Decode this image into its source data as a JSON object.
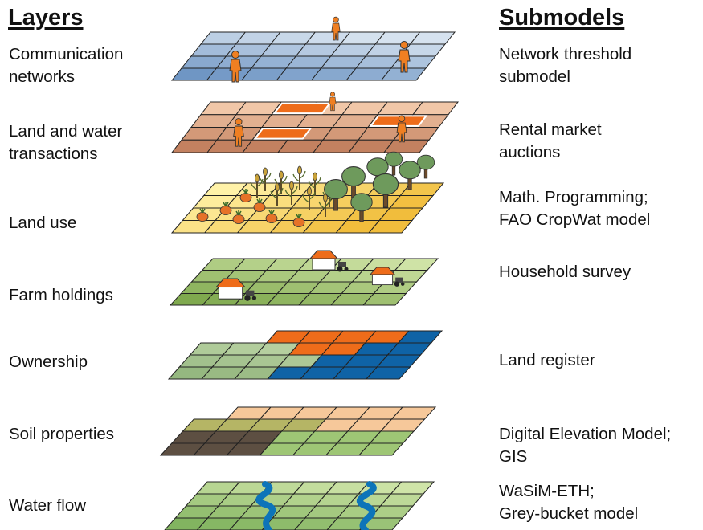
{
  "headers": {
    "layers": "Layers",
    "submodels": "Submodels"
  },
  "layers": [
    {
      "name": "Communication\nnetworks",
      "submodel": "Network threshold\nsubmodel"
    },
    {
      "name": "Land and water\ntransactions",
      "submodel": "Rental market\nauctions"
    },
    {
      "name": "Land use",
      "submodel": "Math. Programming;\nFAO CropWat model"
    },
    {
      "name": "Farm holdings",
      "submodel": "Household survey"
    },
    {
      "name": "Ownership",
      "submodel": "Land register"
    },
    {
      "name": "Soil properties",
      "submodel": "Digital Elevation Model;\nGIS"
    },
    {
      "name": "Water flow",
      "submodel": "WaSiM-ETH;\nGrey-bucket model"
    }
  ],
  "colors": {
    "communication": [
      "#d6e2ef",
      "#6f96c4"
    ],
    "transactions": [
      "#f1c7a8",
      "#b8704e"
    ],
    "transaction_parcel": "#ee6c1a",
    "land_use": [
      "#fff2a8",
      "#f1bd3c"
    ],
    "farm": [
      "#cfe3a6",
      "#7fa94e"
    ],
    "ownership_base": "#a9c990",
    "ownership_orange": "#ee6c1a",
    "ownership_blue": "#0f63a6",
    "soil_light": "#f6c89a",
    "soil_olive": "#b5b565",
    "soil_dark": "#5d4f42",
    "soil_green": "#9ec675",
    "water_grid": "#9fc97a",
    "river": "#0d74b9",
    "person": "#ef7f22",
    "grid_lines": "#222222"
  }
}
